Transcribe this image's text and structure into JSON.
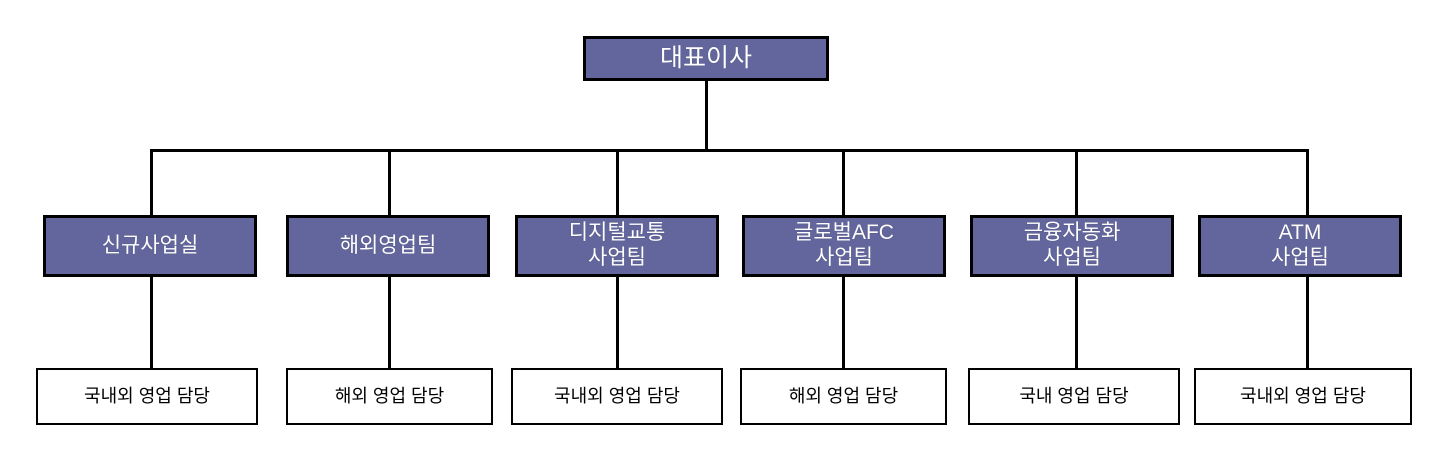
{
  "chart": {
    "type": "org-chart",
    "title": "",
    "colors": {
      "node_fill": "#63669c",
      "node_text": "#ffffff",
      "role_fill": "#ffffff",
      "role_text": "#000000",
      "border": "#000000",
      "connector": "#000000",
      "background": "#ffffff"
    },
    "executive": {
      "label": "대표이사"
    },
    "departments": [
      {
        "label": "신규사업실",
        "role": "국내외 영업 담당"
      },
      {
        "label": "해외영업팀",
        "role": "해외 영업 담당"
      },
      {
        "label": "디지털교통\n사업팀",
        "role": "국내외 영업 담당"
      },
      {
        "label": "글로벌AFC\n사업팀",
        "role": "해외 영업 담당"
      },
      {
        "label": "금융자동화\n사업팀",
        "role": "국내 영업 담당"
      },
      {
        "label": "ATM\n사업팀",
        "role": "국내외 영업 담당"
      }
    ]
  }
}
